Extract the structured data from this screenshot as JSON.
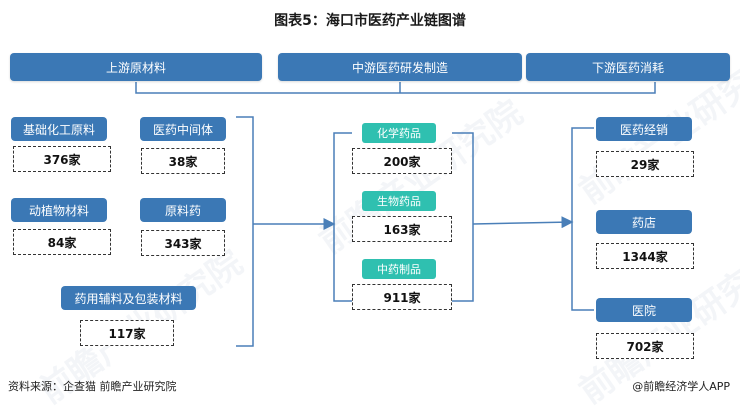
{
  "title": "图表5：海口市医药产业链图谱",
  "headers": {
    "upstream": "上游原材料",
    "midstream": "中游医药研发制造",
    "downstream": "下游医药消耗"
  },
  "upstream": [
    {
      "label": "基础化工原料",
      "count": "376家"
    },
    {
      "label": "医药中间体",
      "count": "38家"
    },
    {
      "label": "动植物材料",
      "count": "84家"
    },
    {
      "label": "原料药",
      "count": "343家"
    },
    {
      "label": "药用辅料及包装材料",
      "count": "117家"
    }
  ],
  "midstream": [
    {
      "label": "化学药品",
      "count": "200家"
    },
    {
      "label": "生物药品",
      "count": "163家"
    },
    {
      "label": "中药制品",
      "count": "911家"
    }
  ],
  "downstream": [
    {
      "label": "医药经销",
      "count": "29家"
    },
    {
      "label": "药店",
      "count": "1344家"
    },
    {
      "label": "医院",
      "count": "702家"
    }
  ],
  "footer": {
    "source": "资料来源：企查猫 前瞻产业研究院",
    "brand": "@前瞻经济学人APP"
  },
  "colors": {
    "header_blue": "#3b78b5",
    "mid_green": "#2fc0b0",
    "line_blue": "#4a7fb8"
  }
}
